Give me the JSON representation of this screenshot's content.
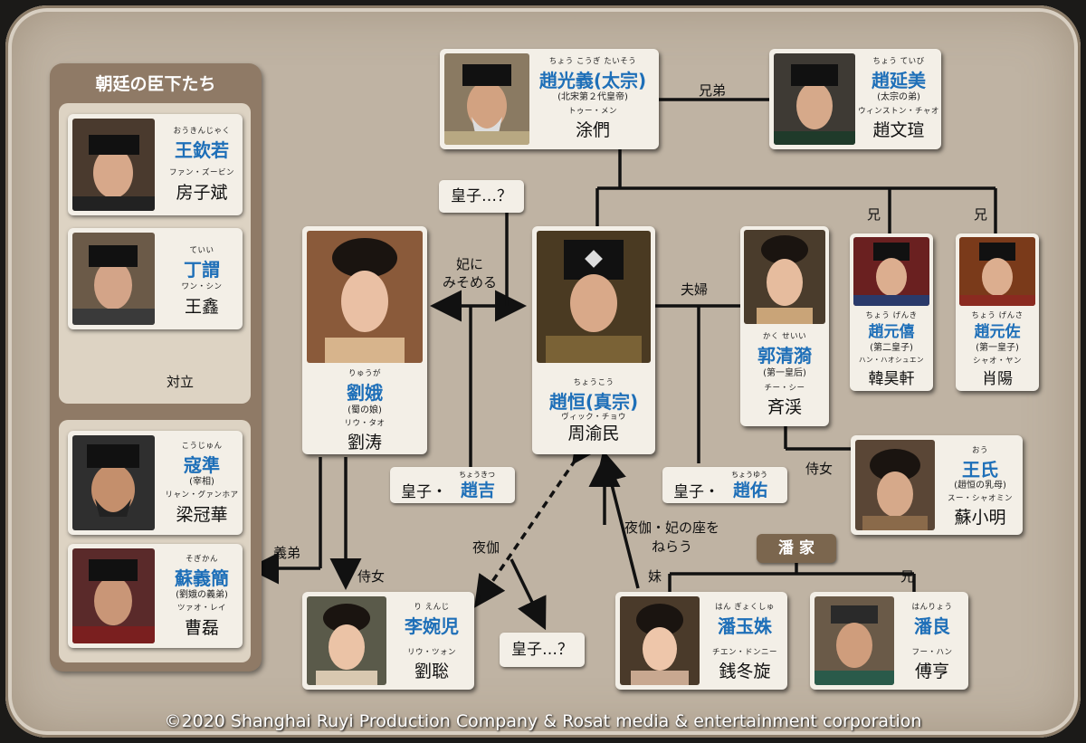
{
  "panel": {
    "title": "朝廷の臣下たち"
  },
  "people": {
    "wang_qinruo": {
      "furi": "おうきんじゃく",
      "name": "王欽若",
      "actor_furi": "ファン・ズービン",
      "actor": "房子斌"
    },
    "ding_wei": {
      "furi": "ていい",
      "name": "丁謂",
      "actor_furi": "ワン・シン",
      "actor": "王鑫"
    },
    "kou_zhun": {
      "furi": "こうじゅん",
      "name": "寇準",
      "role": "(宰相)",
      "actor_furi": "リャン・グァンホア",
      "actor": "梁冠華"
    },
    "su_yijian": {
      "furi": "そぎかん",
      "name": "蘇義簡",
      "role": "(劉娥の義弟)",
      "actor_furi": "ツァオ・レイ",
      "actor": "曹磊"
    },
    "zhao_guangyi": {
      "furi": "ちょう こうぎ たいそう",
      "name": "趙光義(太宗)",
      "role": "(北宋第２代皇帝)",
      "actor_furi": "トゥー・メン",
      "actor": "涂們"
    },
    "zhao_tingmei": {
      "furi": "ちょう ていび",
      "name": "趙延美",
      "role": "(太宗の弟)",
      "actor_furi": "ウィンストン・チャオ",
      "actor": "趙文瑄"
    },
    "liu_e": {
      "furi": "りゅうが",
      "name": "劉娥",
      "role": "(蜀の娘)",
      "actor_furi": "リウ・タオ",
      "actor": "劉涛"
    },
    "zhao_heng": {
      "furi": "ちょうこう",
      "name": "趙恒(真宗)",
      "actor_furi": "ヴィック・チョウ",
      "actor": "周渝民"
    },
    "guo_qingyi": {
      "furi": "かく せいい",
      "name": "郭清漪",
      "role": "(第一皇后)",
      "actor_furi": "チー・シー",
      "actor": "斉渓"
    },
    "zhao_yuanxi": {
      "furi": "ちょう げんき",
      "name": "趙元僖",
      "role": "(第二皇子)",
      "actor_furi": "ハン・ハオシュエン",
      "actor": "韓昊軒"
    },
    "zhao_yuanzuo": {
      "furi": "ちょう げんさ",
      "name": "趙元佐",
      "role": "(第一皇子)",
      "actor_furi": "シャオ・ヤン",
      "actor": "肖陽"
    },
    "wang_shi": {
      "furi": "おう",
      "name": "王氏",
      "role": "(趙恒の乳母)",
      "actor_furi": "スー・シャオミン",
      "actor": "蘇小明"
    },
    "li_wan_er": {
      "furi": "り えんじ",
      "name": "李婉児",
      "actor_furi": "リウ・ツォン",
      "actor": "劉聡"
    },
    "pan_yuzhu": {
      "furi": "はん ぎょくしゅ",
      "name": "潘玉姝",
      "actor_furi": "チエン・ドンニー",
      "actor": "銭冬旋"
    },
    "pan_liang": {
      "furi": "はんりょう",
      "name": "潘良",
      "actor_furi": "フー・ハン",
      "actor": "傅亨"
    }
  },
  "princes": {
    "unknown1": "皇子…？",
    "zhaoji_prefix": "皇子・",
    "zhaoji_furi": "ちょうきつ",
    "zhaoji_name": "趙吉",
    "zhaoyou_prefix": "皇子・",
    "zhaoyou_furi": "ちょうゆう",
    "zhaoyou_name": "趙佑",
    "unknown2": "皇子…？"
  },
  "labels": {
    "brothers": "兄弟",
    "elder1": "兄",
    "elder2": "兄",
    "couple": "夫婦",
    "consort": "妃に\nみそめる",
    "consort_line1": "妃に",
    "consort_line2": "みそめる",
    "oppose": "対立",
    "sworn_brother": "義弟",
    "maid1": "侍女",
    "maid2": "侍女",
    "yagi": "夜伽",
    "yagi_throne_1": "夜伽・妃の座を",
    "yagi_throne_2": "ねらう",
    "sister": "妹",
    "elder3": "兄",
    "pan_family": "潘 家"
  },
  "copyright": "©2020 Shanghai Ruyi Production Company & Rosat media & entertainment corporation",
  "colors": {
    "name_blue": "#1e6fb8",
    "panel_brown": "#8f7a66",
    "background": "#bfb3a3"
  }
}
